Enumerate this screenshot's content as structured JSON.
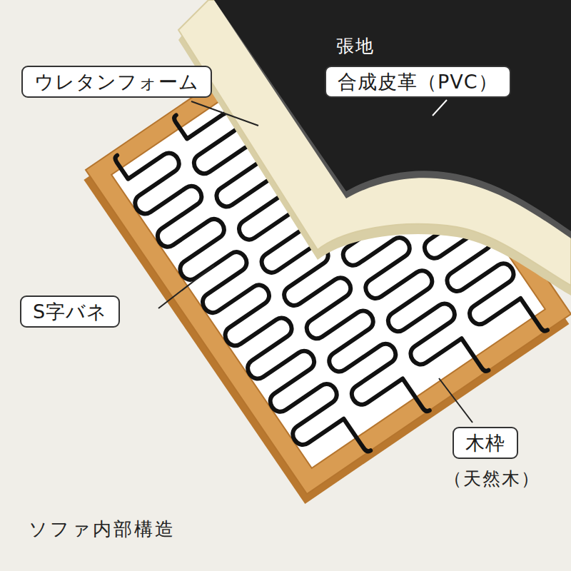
{
  "diagram": {
    "caption": "ソファ内部構造",
    "nodes": [
      {
        "text": [
          "ウレタンフォーム"
        ]
      },
      {
        "text": [
          "張地",
          "合成皮革（PVC）"
        ]
      },
      {
        "text": [
          "S字バネ"
        ]
      },
      {
        "text": [
          "木枠",
          "（天然木）"
        ]
      }
    ]
  }
}
